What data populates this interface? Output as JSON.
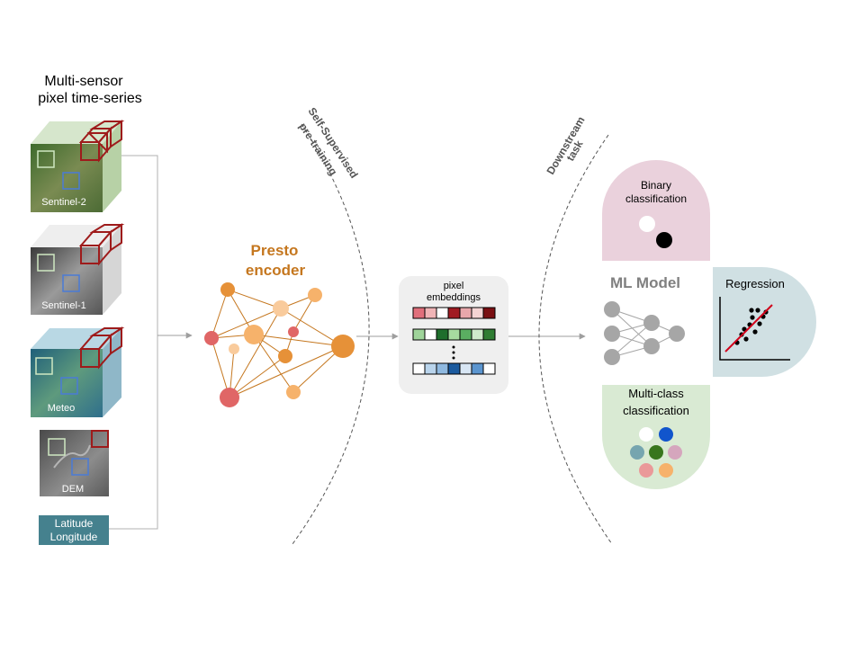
{
  "inputs": {
    "title_line1": "Multi-sensor",
    "title_line2": "pixel time-series",
    "sentinel2": "Sentinel-2",
    "sentinel1": "Sentinel-1",
    "meteo": "Meteo",
    "dem": "DEM",
    "latlon_line1": "Latitude",
    "latlon_line2": "Longitude"
  },
  "pretraining": {
    "line1": "Self-Supervised",
    "line2": "pre-training"
  },
  "encoder": {
    "line1": "Presto",
    "line2": "encoder",
    "color": "#c5771f"
  },
  "embeddings": {
    "line1": "pixel",
    "line2": "embeddings",
    "rows": [
      [
        "#e06f7b",
        "#f0b4b6",
        "#ffffff",
        "#a01b22",
        "#e9a7ab",
        "#f4d3d3",
        "#7a0f12"
      ],
      [
        "#9fd49a",
        "#ffffff",
        "#1f6e2c",
        "#a6dba0",
        "#5aae61",
        "#cfeacb",
        "#2f7d32"
      ],
      [
        "#ffffff",
        "#b9d4ec",
        "#8fb9e0",
        "#1b5a9e",
        "#d8e6f4",
        "#5b95cf",
        "#ffffff"
      ]
    ]
  },
  "downstream": {
    "line1": "Downstream",
    "line2": "task"
  },
  "tasks": {
    "ml_model": "ML Model",
    "binary_line1": "Binary",
    "binary_line2": "classification",
    "regression": "Regression",
    "multiclass_line1": "Multi-class",
    "multiclass_line2": "classification"
  },
  "colors": {
    "binary_bg": "#ead1dc",
    "regression_bg": "#d0e0e3",
    "multiclass_bg": "#d9ead3",
    "embeddings_bg": "#efefef",
    "latlon_bg": "#45818e",
    "cube_frame": "#9e1b1b",
    "regression_line": "#d0021b"
  }
}
